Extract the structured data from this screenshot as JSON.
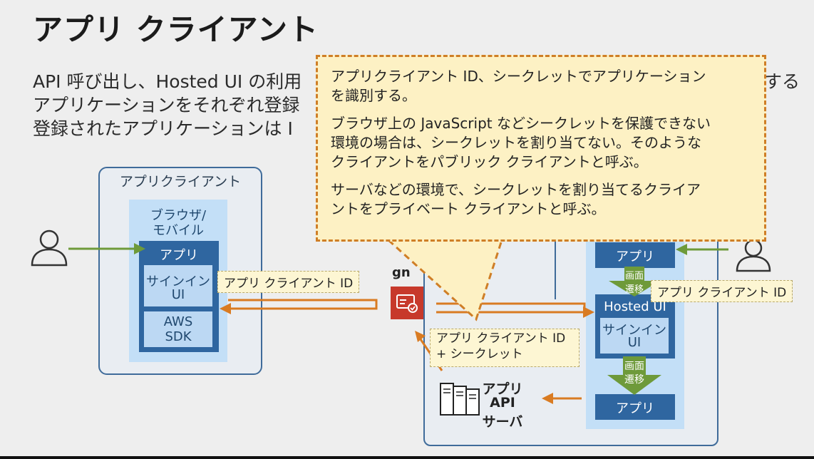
{
  "title": "アプリ クライアント",
  "body": {
    "line1": "API 呼び出し、Hosted UI の利用",
    "line2": "アプリケーションをそれぞれ登録",
    "line3": "登録されたアプリケーションは I",
    "line1_tail": "する"
  },
  "left_client": {
    "heading": "アプリクライアント",
    "platform_line1": "ブラウザ/",
    "platform_line2": "モバイル",
    "app_label": "アプリ",
    "signin_line1": "サインイン",
    "signin_line2": "UI",
    "sdk_line1": "AWS",
    "sdk_line2": "SDK"
  },
  "right_client": {
    "app_top": "アプリ",
    "transition1_line1": "画面",
    "transition1_line2": "遷移",
    "hosted_ui": "Hosted UI",
    "signin_line1": "サインイン",
    "signin_line2": "UI",
    "transition2_line1": "画面",
    "transition2_line2": "遷移",
    "app_bottom": "アプリ"
  },
  "api_server": {
    "line1": "アプリ",
    "line2": "API",
    "line3": "サーバ"
  },
  "labels": {
    "client_id_left": "アプリ クライアント ID",
    "client_id_right": "アプリ クライアント ID",
    "client_id_secret_line1": "アプリ クライアント ID",
    "client_id_secret_line2": "+ シークレット",
    "partial_service_name": "gn"
  },
  "callout": {
    "p1_line1": "アプリクライアント ID、シークレットでアプリケーション",
    "p1_line2": "を識別する。",
    "p2_line1": "ブラウザ上の JavaScript などシークレットを保護できない",
    "p2_line2": "環境の場合は、シークレットを割り当てない。そのような",
    "p2_line3": "クライアントをパブリック クライアントと呼ぶ。",
    "p3_line1": "サーバなどの環境で、シークレットを割り当てるクライア",
    "p3_line2": "ントをプライベート クライアントと呼ぶ。"
  },
  "colors": {
    "arrow_green": "#6e9a3a",
    "arrow_orange": "#d97b22",
    "dark_blue": "#2f66a0",
    "light_blue": "#c3dff7",
    "cognito_red": "#c7392b",
    "callout_fill": "#fdf1c4",
    "callout_border": "#cf7e26"
  },
  "icons": {
    "user_left": "user-icon",
    "user_right": "user-icon",
    "cognito": "cognito-icon",
    "server": "server-icon"
  }
}
